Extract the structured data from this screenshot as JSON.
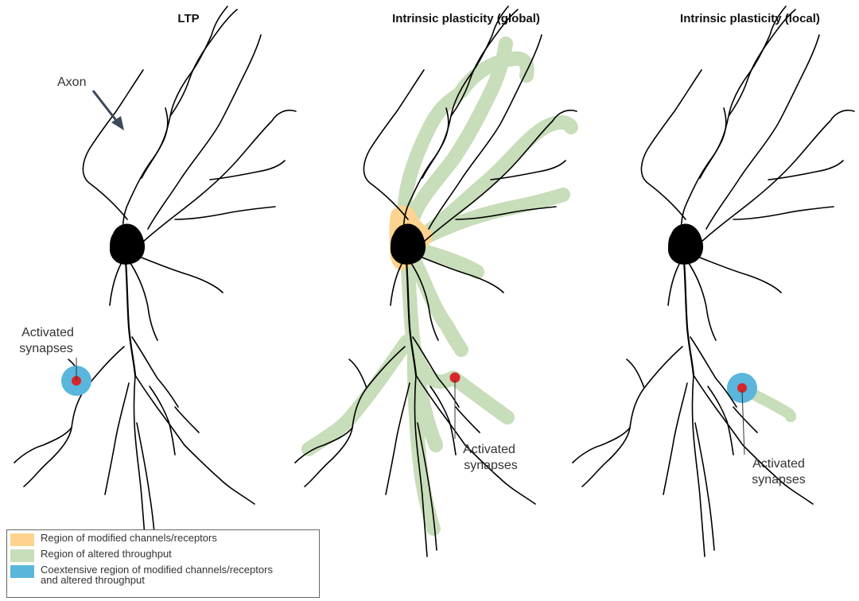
{
  "panels": [
    {
      "title": "LTP"
    },
    {
      "title": "Intrinsic plasticity (global)"
    },
    {
      "title": "Intrinsic plasticity (local)"
    }
  ],
  "labels": {
    "axon": "Axon",
    "activated_synapses_1": "Activated",
    "activated_synapses_2": "synapses"
  },
  "legend": {
    "items": [
      {
        "label_lines": [
          "Region of modified channels/receptors"
        ],
        "color": "#FDD38F"
      },
      {
        "label_lines": [
          "Region of altered throughput"
        ],
        "color": "#C8DDB9"
      },
      {
        "label_lines": [
          "Coextensive region of modified channels/receptors",
          "and altered throughput"
        ],
        "color": "#5AB6DC"
      }
    ]
  },
  "colors": {
    "modified_channels": "#FDD38F",
    "altered_throughput": "#C8DDB9",
    "coextensive": "#5AB6DC",
    "synapse": "#D8262C",
    "neuron": "#000000",
    "arrow": "#3C4A5A"
  }
}
